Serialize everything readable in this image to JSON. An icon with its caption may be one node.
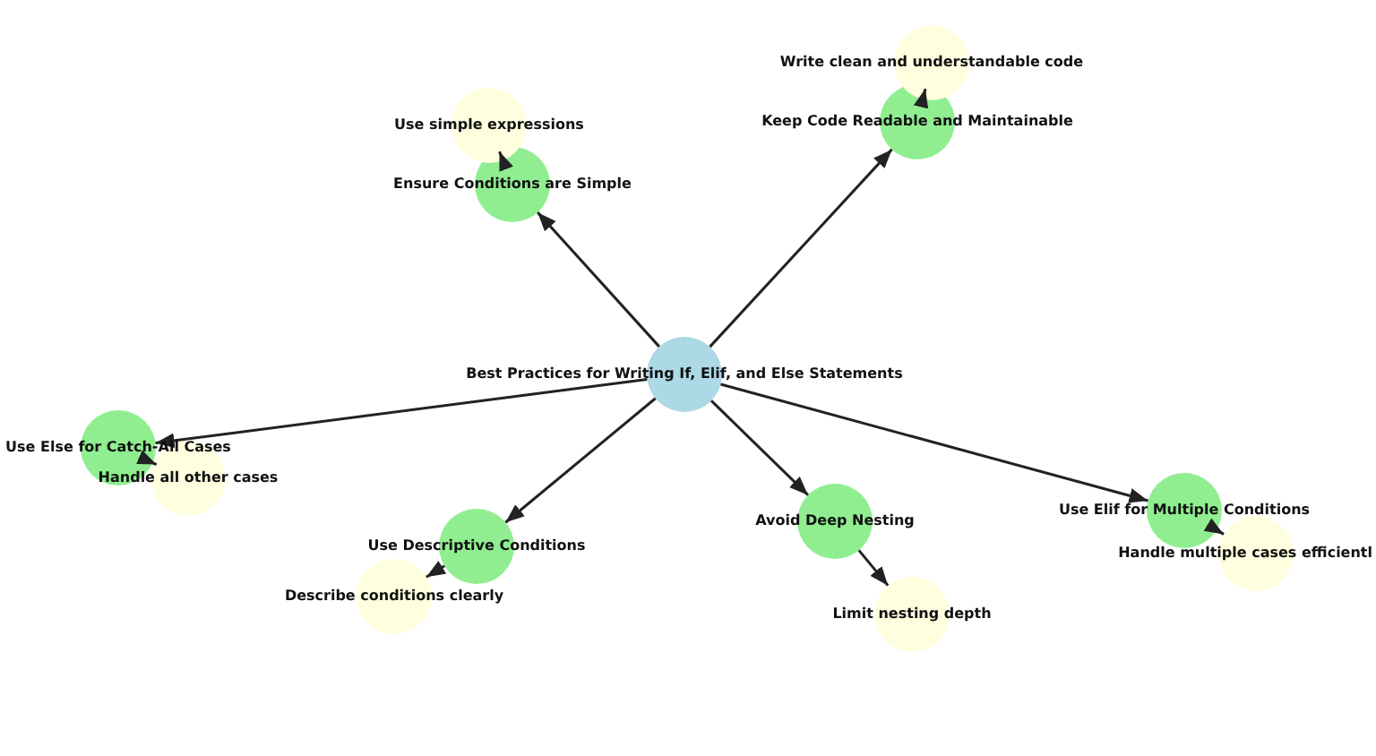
{
  "diagram": {
    "nodes": [
      {
        "text": [
          "Best Practices for Writing If, Elif, and Else Statements"
        ]
      },
      {
        "text": [
          "Ensure Conditions are Simple"
        ]
      },
      {
        "text": [
          "Use simple expressions"
        ]
      },
      {
        "text": [
          "Keep Code Readable and Maintainable"
        ]
      },
      {
        "text": [
          "Write clean and understandable code"
        ]
      },
      {
        "text": [
          "Use Else for Catch-All Cases"
        ]
      },
      {
        "text": [
          "Handle all other cases"
        ]
      },
      {
        "text": [
          "Use Descriptive Conditions"
        ]
      },
      {
        "text": [
          "Describe conditions clearly"
        ]
      },
      {
        "text": [
          "Avoid Deep Nesting"
        ]
      },
      {
        "text": [
          "Limit nesting depth"
        ]
      },
      {
        "text": [
          "Use Elif for Multiple Conditions"
        ]
      },
      {
        "text": [
          "Handle multiple cases efficientl"
        ]
      }
    ],
    "edges": [
      {
        "from": 0,
        "to": 1,
        "arrow": "to"
      },
      {
        "from": 1,
        "to": 2,
        "arrow": "to"
      },
      {
        "from": 0,
        "to": 3,
        "arrow": "to"
      },
      {
        "from": 3,
        "to": 4,
        "arrow": "to"
      },
      {
        "from": 0,
        "to": 5,
        "arrow": "to"
      },
      {
        "from": 5,
        "to": 6,
        "arrow": "to"
      },
      {
        "from": 0,
        "to": 7,
        "arrow": "to"
      },
      {
        "from": 7,
        "to": 8,
        "arrow": "to"
      },
      {
        "from": 0,
        "to": 9,
        "arrow": "to"
      },
      {
        "from": 9,
        "to": 10,
        "arrow": "to"
      },
      {
        "from": 0,
        "to": 11,
        "arrow": "to"
      },
      {
        "from": 11,
        "to": 12,
        "arrow": "to"
      }
    ]
  }
}
